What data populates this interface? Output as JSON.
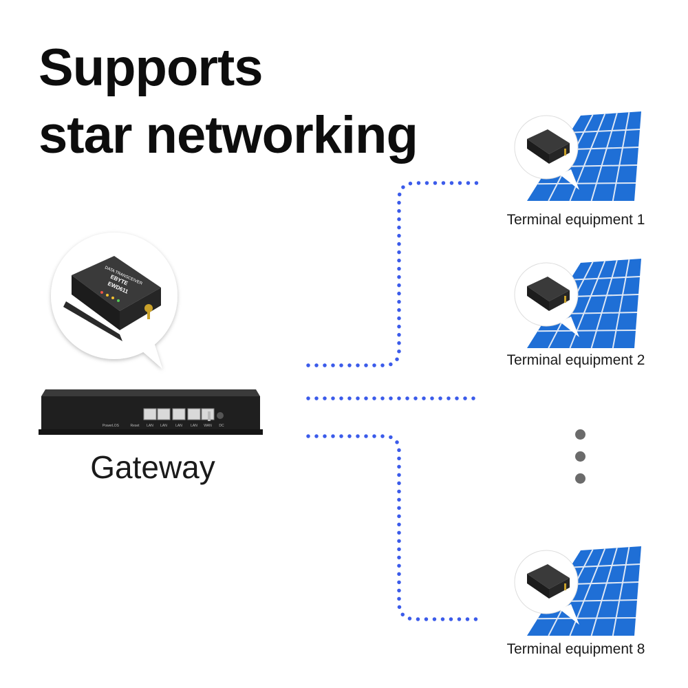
{
  "title": {
    "line1": "Supports",
    "line2": "star networking"
  },
  "gateway": {
    "label": "Gateway",
    "module_text": {
      "line1": "DATA TRANSCEIVER",
      "brand": "EBYTE",
      "model": "EWD611"
    },
    "port_labels": [
      "Power",
      "LOS",
      "Reset",
      "LAN",
      "LAN",
      "LAN",
      "LAN",
      "WAN",
      "DC"
    ]
  },
  "terminals": [
    {
      "label": "Terminal equipment 1"
    },
    {
      "label": "Terminal equipment 2"
    },
    {
      "label": "Terminal equipment 8"
    }
  ],
  "colors": {
    "link_dots": "#2f5bea",
    "device_body": "#2b2b2b",
    "solar_panel": "#1f6fd6",
    "ellipsis": "#6b6b6b"
  },
  "icons": [
    "gateway-router-icon",
    "transceiver-module-icon",
    "solar-panel-icon"
  ]
}
